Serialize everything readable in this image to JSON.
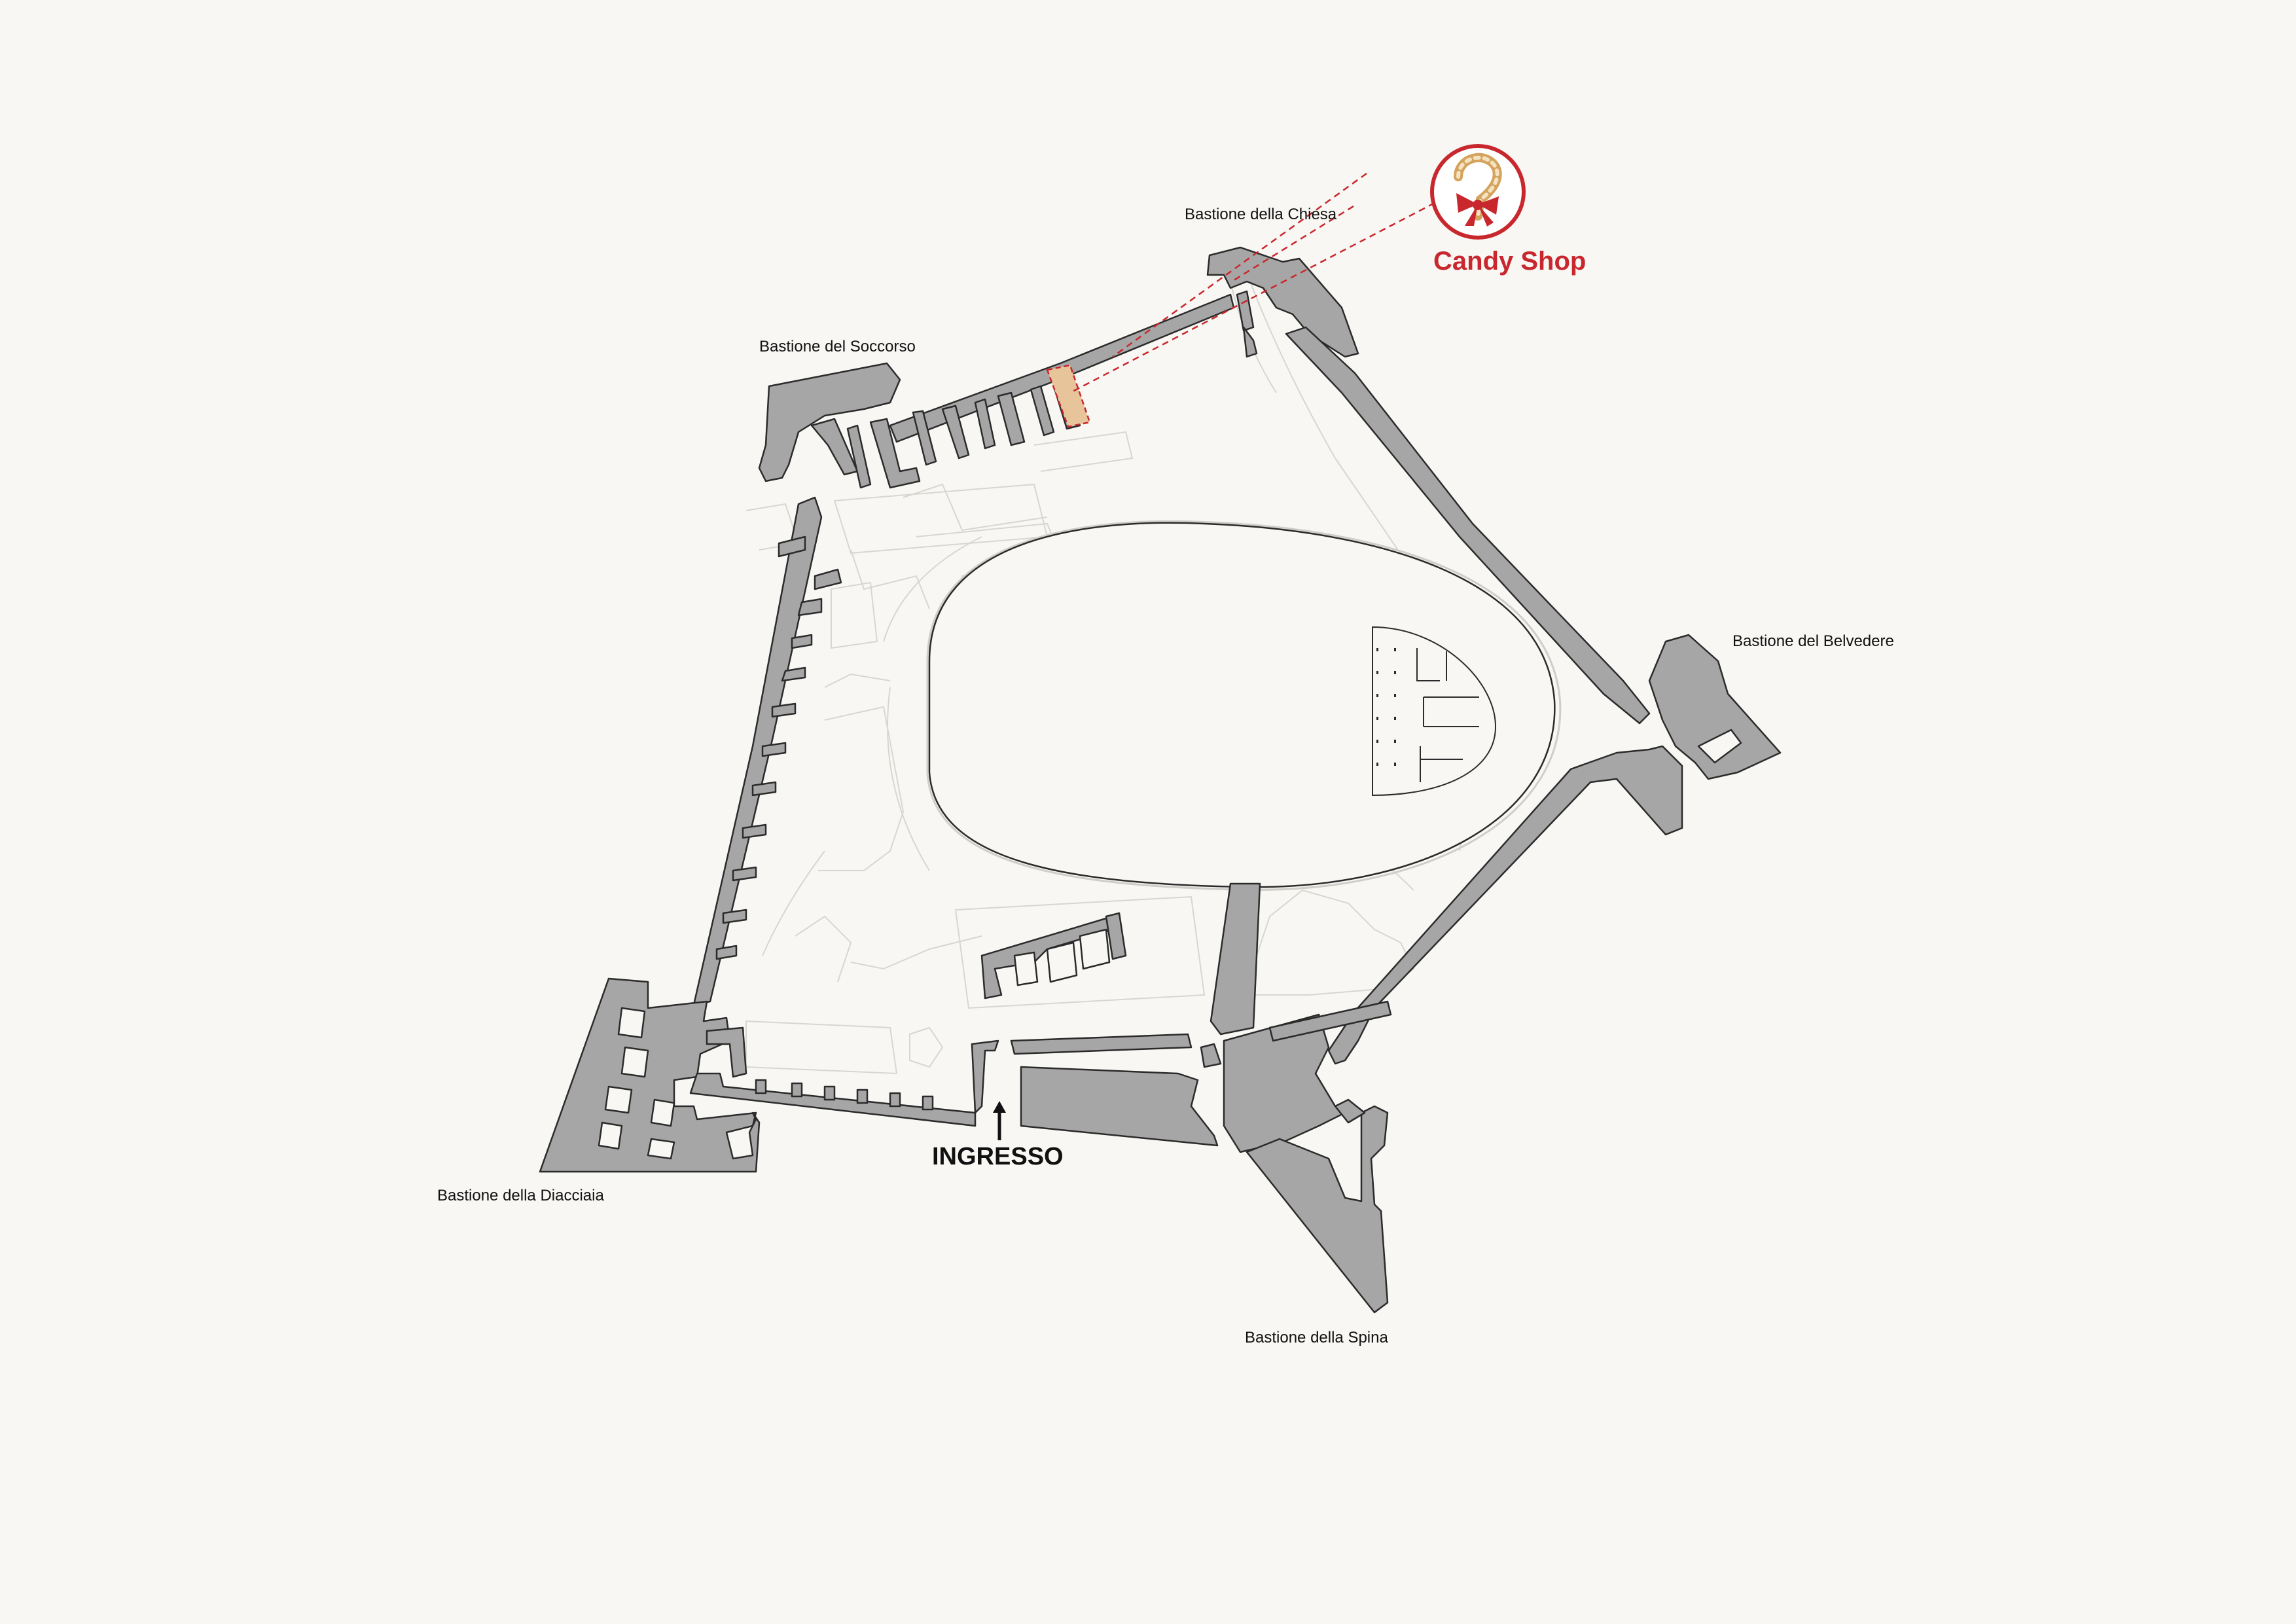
{
  "map": {
    "bastions": {
      "chiesa": "Bastione della Chiesa",
      "soccorso": "Bastione del Soccorso",
      "belvedere": "Bastione del Belvedere",
      "diacciaia": "Bastione della Diacciaia",
      "spina": "Bastione della Spina"
    },
    "entrance_label": "INGRESSO",
    "poi": {
      "name": "Candy Shop",
      "icon": "candy-cane-icon",
      "accent": "#c8282d",
      "highlight_fill": "#e8c49a"
    },
    "colors": {
      "background": "#f8f7f4",
      "walls": "#a6a6a6",
      "outline": "#2b2b2b",
      "faint_lines": "#d6d4cf"
    }
  }
}
